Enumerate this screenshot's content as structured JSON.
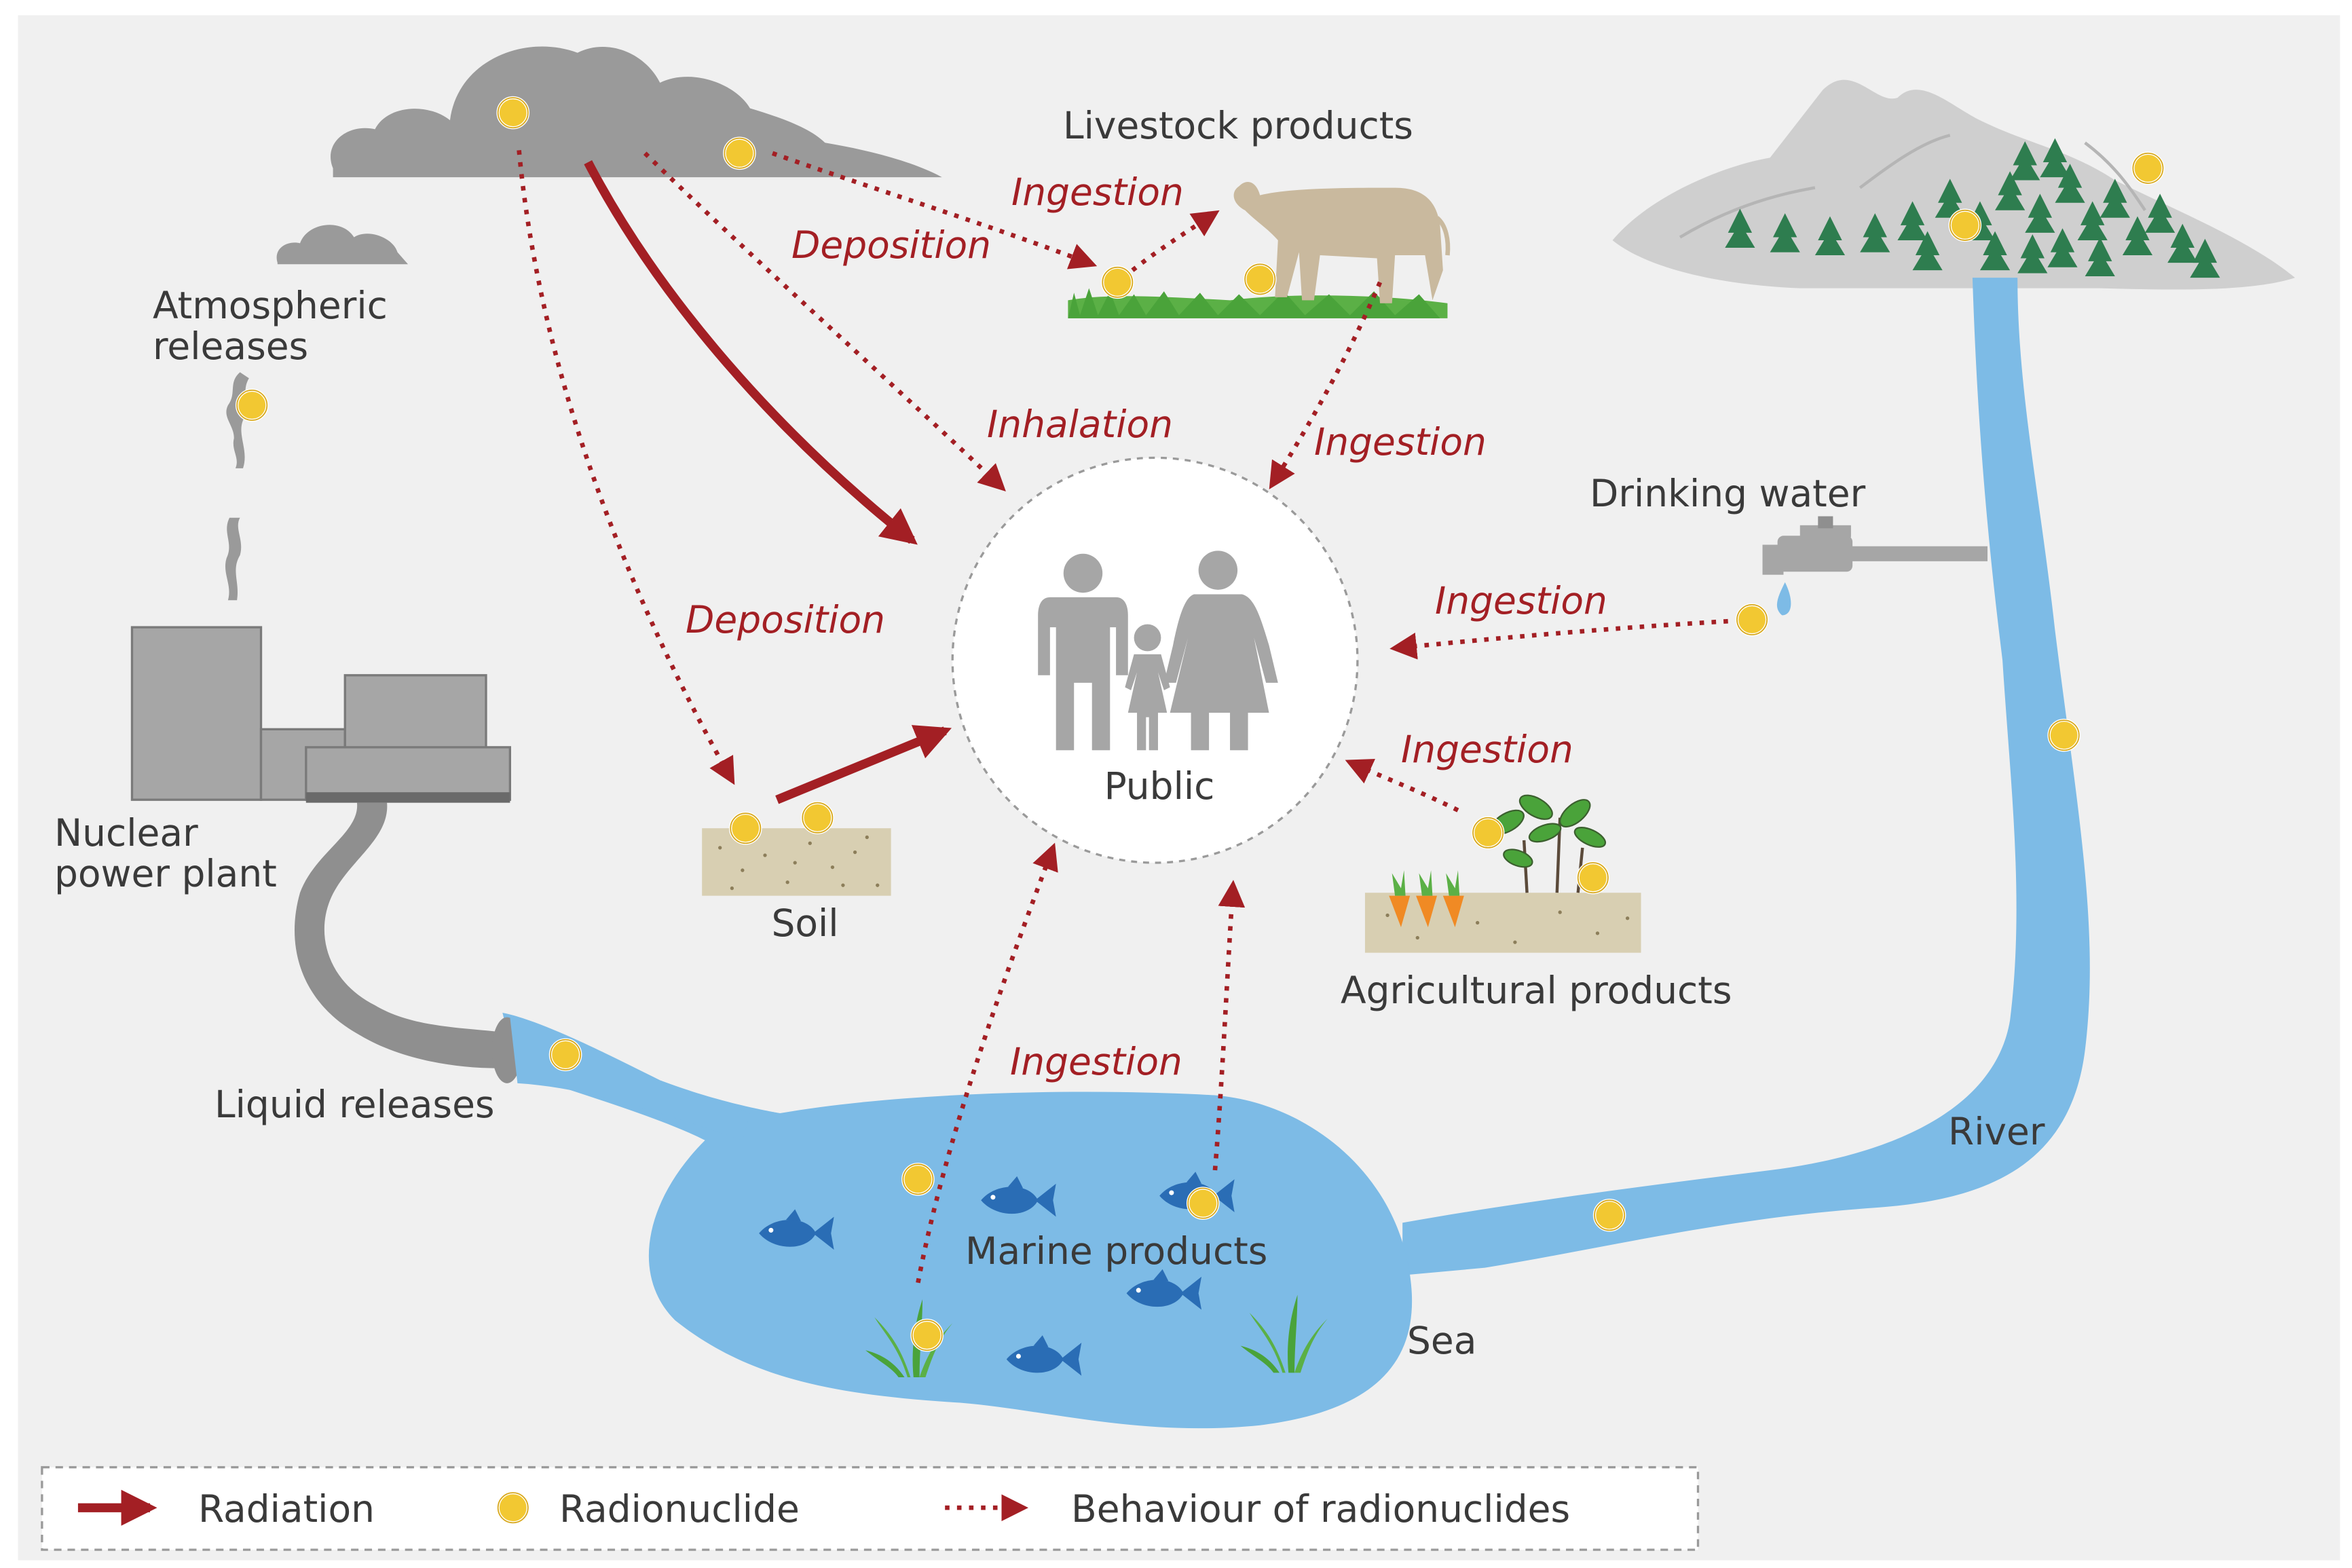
{
  "colors": {
    "background": "#f0f0f0",
    "radiation_arrow": "#a31f24",
    "radionuclide": "#f2c832",
    "water": "#7dbbe6",
    "cloud": "#9a9a9a",
    "plant": "#a6a6a6",
    "soil": "#d8cfb2",
    "fish": "#2a6db5",
    "grass": "#5bb046",
    "cow": "#c9b99e",
    "mountain": "#cccccc",
    "tree": "#2e7d4f",
    "text": "#3a3a3a"
  },
  "labels": {
    "atmospheric_releases": [
      "Atmospheric",
      "releases"
    ],
    "nuclear_power_plant": [
      "Nuclear",
      "power plant"
    ],
    "liquid_releases": "Liquid releases",
    "livestock_products": "Livestock products",
    "drinking_water": "Drinking water",
    "public": "Public",
    "soil": "Soil",
    "agricultural_products": "Agricultural products",
    "marine_products": "Marine products",
    "sea": "Sea",
    "river": "River"
  },
  "pathways": {
    "ingestion_cow": "Ingestion",
    "deposition_grass": "Deposition",
    "inhalation": "Inhalation",
    "ingestion_livestock": "Ingestion",
    "deposition_soil": "Deposition",
    "ingestion_water": "Ingestion",
    "ingestion_agri": "Ingestion",
    "ingestion_marine": "Ingestion"
  },
  "legend": {
    "radiation": "Radiation",
    "radionuclide": "Radionuclide",
    "behaviour": "Behaviour of radionuclides"
  },
  "icons": {
    "cloud": "cloud-icon",
    "plant": "nuclear-plant-icon",
    "cow": "cow-icon",
    "family": "family-icon",
    "tap": "water-tap-icon",
    "fish": "fish-icon",
    "mountain": "mountain-icon",
    "carrot": "carrot-icon"
  }
}
